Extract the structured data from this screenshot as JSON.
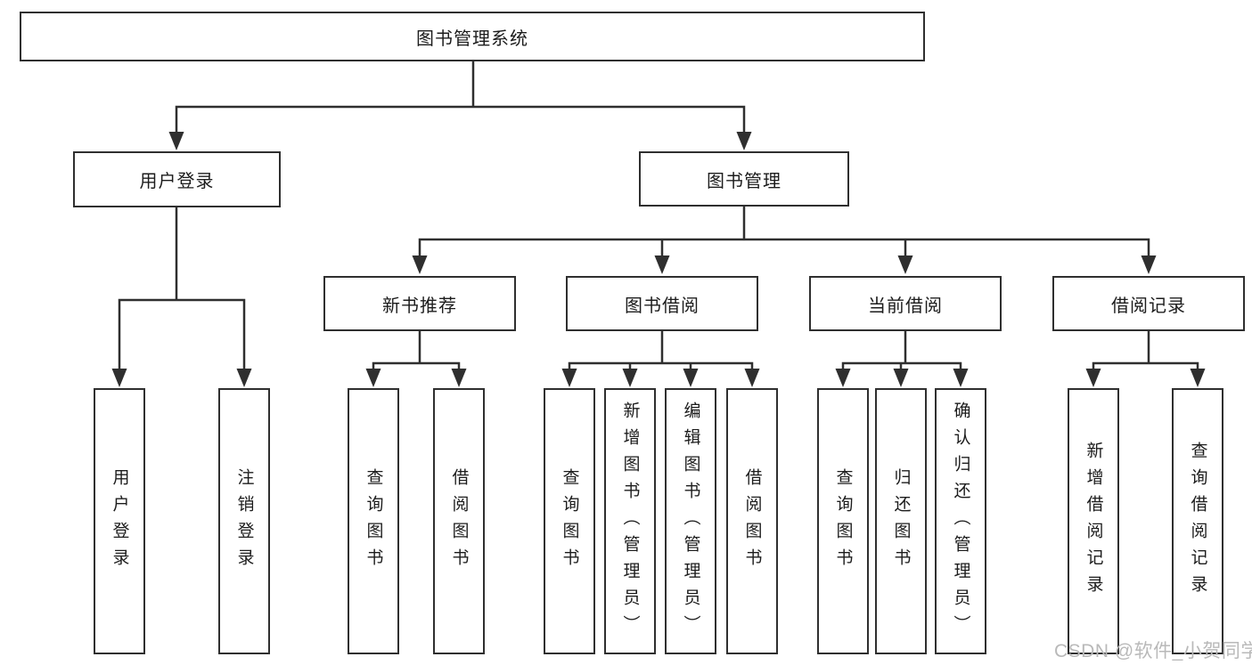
{
  "tree": {
    "root": {
      "label": "图书管理系统"
    },
    "branches": [
      {
        "label": "用户登录",
        "children": [
          {
            "label": "用户登录"
          },
          {
            "label": "注销登录"
          }
        ]
      },
      {
        "label": "图书管理",
        "children": [
          {
            "label": "新书推荐",
            "children": [
              {
                "label": "查询图书"
              },
              {
                "label": "借阅图书"
              }
            ]
          },
          {
            "label": "图书借阅",
            "children": [
              {
                "label": "查询图书"
              },
              {
                "label": "新增图书（管理员）"
              },
              {
                "label": "编辑图书（管理员）"
              },
              {
                "label": "借阅图书"
              }
            ]
          },
          {
            "label": "当前借阅",
            "children": [
              {
                "label": "查询图书"
              },
              {
                "label": "归还图书"
              },
              {
                "label": "确认归还（管理员）"
              }
            ]
          },
          {
            "label": "借阅记录",
            "children": [
              {
                "label": "新增借阅记录"
              },
              {
                "label": "查询借阅记录"
              }
            ]
          }
        ]
      }
    ]
  },
  "watermark": {
    "text": "CSDN @软件_小贺同学",
    "color": "#b9b9b9"
  },
  "colors": {
    "line": "#2f2f2f",
    "box_border": "#2f2f2f",
    "text": "#1c1c1c",
    "background": "#ffffff"
  }
}
